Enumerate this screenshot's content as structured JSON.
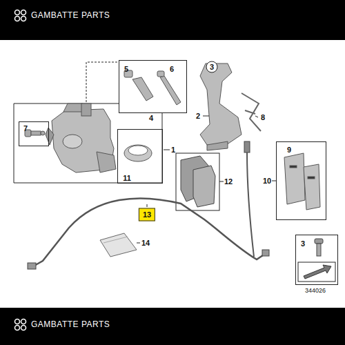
{
  "diagram": {
    "nodes": [
      {
        "text": [
          "5",
          "6"
        ]
      },
      {
        "text": [
          "7"
        ]
      },
      {
        "text": [
          "11"
        ]
      },
      {
        "text": [
          "9"
        ]
      },
      {
        "text": [
          "3"
        ]
      }
    ],
    "labels": [
      "GAMBATTE PARTS",
      "3",
      "2",
      "8",
      "4",
      "1",
      "12",
      "10",
      "13",
      "14",
      "344026",
      "GAMBATTE PARTS"
    ]
  }
}
